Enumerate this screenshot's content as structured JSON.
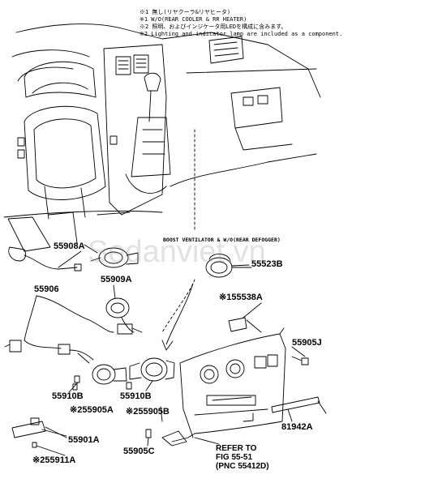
{
  "notes": [
    "※1 無し(リヤクーラ&リヤヒータ)",
    "※1 W/O(REAR COOLER & RR HEATER)",
    "※2 照明、およびインジケータ用LEDを構成に含みます。",
    "※2 Lighting and indicator lamp are included as a component."
  ],
  "caption": "BOOST VENTILATOR & W/O(REAR DEFOGGER)",
  "parts": {
    "p55908A": "55908A",
    "p55523B": "55523B",
    "p55906": "55906",
    "p55909A": "55909A",
    "p55538A": "※155538A",
    "p55905J": "55905J",
    "p55910B_left": "55910B",
    "p55910B_right": "55910B",
    "p55905A": "※255905A",
    "p55905B": "※255905B",
    "p81942A": "81942A",
    "p55901A": "55901A",
    "p55905C": "55905C",
    "p55911A": "※255911A"
  },
  "refer": [
    "REFER TO",
    "FIG 55-51",
    "(PNC 55412D)"
  ],
  "watermark": "Sedanviet.vn"
}
